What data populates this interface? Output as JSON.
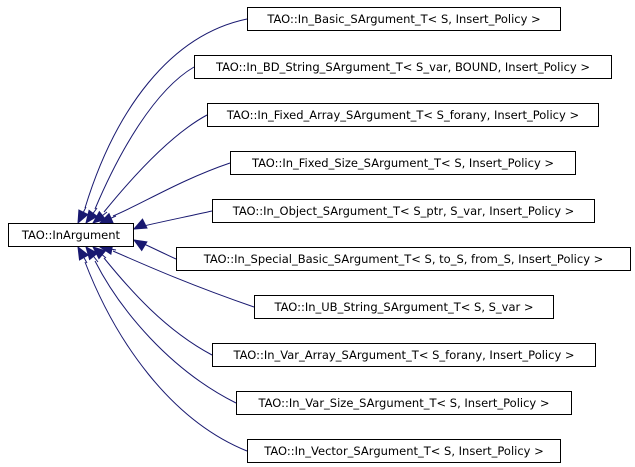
{
  "diagram": {
    "colors": {
      "edge": "#191970",
      "border": "#000000",
      "text": "#000000"
    },
    "base_node": {
      "label": "TAO::InArgument"
    },
    "derived_nodes": [
      {
        "label": "TAO::In_Basic_SArgument_T< S, Insert_Policy >"
      },
      {
        "label": "TAO::In_BD_String_SArgument_T< S_var, BOUND, Insert_Policy >"
      },
      {
        "label": "TAO::In_Fixed_Array_SArgument_T< S_forany, Insert_Policy >"
      },
      {
        "label": "TAO::In_Fixed_Size_SArgument_T< S, Insert_Policy >"
      },
      {
        "label": "TAO::In_Object_SArgument_T< S_ptr, S_var, Insert_Policy >"
      },
      {
        "label": "TAO::In_Special_Basic_SArgument_T< S, to_S, from_S, Insert_Policy >"
      },
      {
        "label": "TAO::In_UB_String_SArgument_T< S, S_var >"
      },
      {
        "label": "TAO::In_Var_Array_SArgument_T< S_forany, Insert_Policy >"
      },
      {
        "label": "TAO::In_Var_Size_SArgument_T< S, Insert_Policy >"
      },
      {
        "label": "TAO::In_Vector_SArgument_T< S, Insert_Policy >"
      }
    ]
  }
}
